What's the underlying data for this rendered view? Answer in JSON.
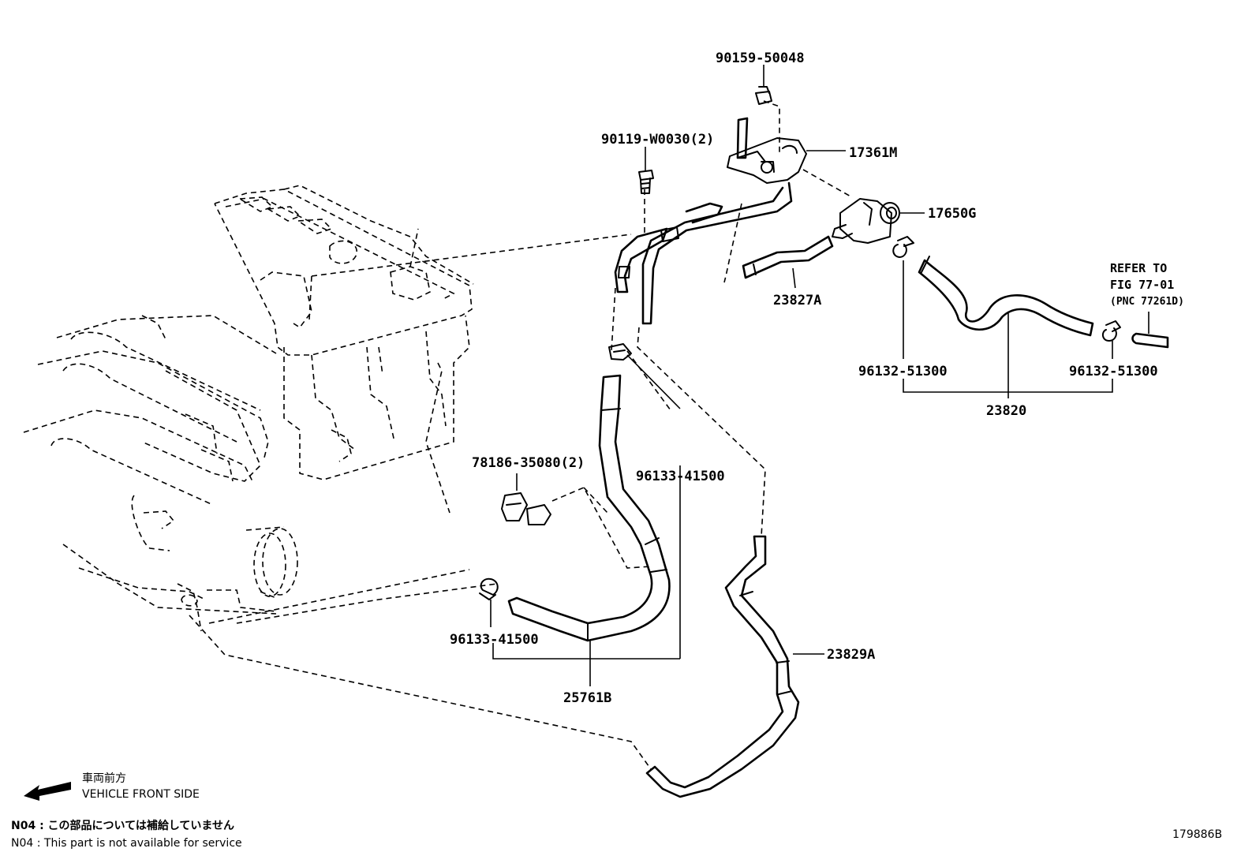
{
  "labels": {
    "p_90159": "90159-50048",
    "p_90119": "90119-W0030(2)",
    "p_17361": "17361M",
    "p_17650": "17650G",
    "p_23827": "23827A",
    "p_refer1": "REFER TO",
    "p_refer2": "FIG 77-01",
    "p_refer3": "(PNC 77261D)",
    "p_96132_left": "96132-51300",
    "p_96132_right": "96132-51300",
    "p_23820": "23820",
    "p_78186": "78186-35080(2)",
    "p_96133_upper": "96133-41500",
    "p_96133_lower": "96133-41500",
    "p_25761": "25761B",
    "p_23829": "23829A"
  },
  "legend": {
    "front_jp": "車両前方",
    "front_en": "VEHICLE FRONT SIDE",
    "note_jp": "N04 : この部品については補給していません",
    "note_en": "N04 : This part is not available for service"
  },
  "figure_code": "179886B"
}
